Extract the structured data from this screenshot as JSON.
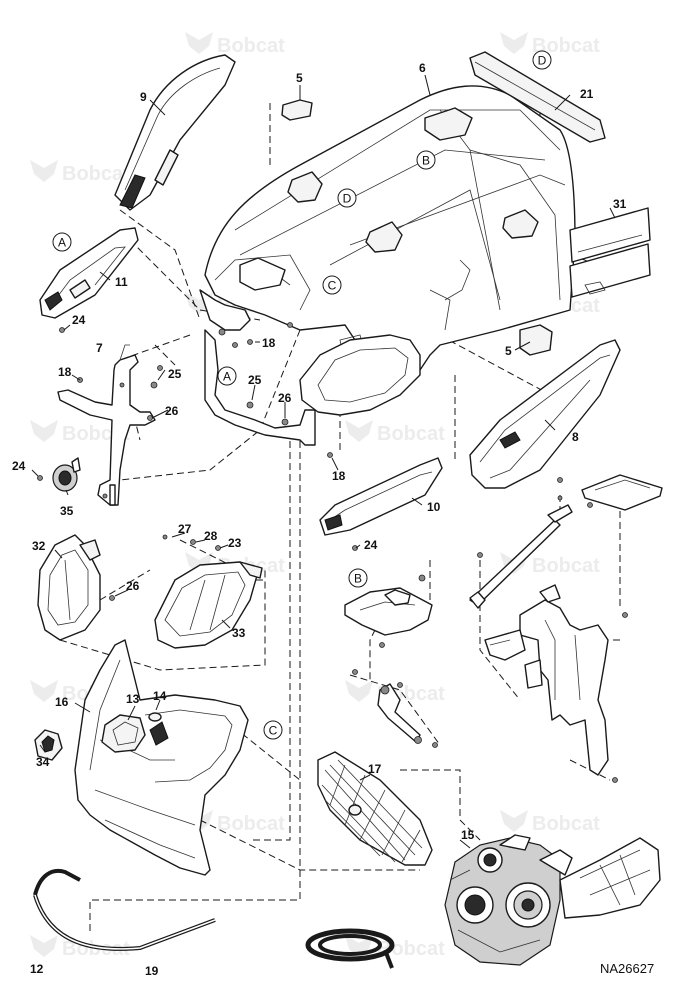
{
  "figure_id": "NA26627",
  "watermark_text": "Bobcat",
  "part_numbers": [
    "5",
    "6",
    "9",
    "21",
    "11",
    "24",
    "7",
    "18",
    "25",
    "26",
    "35",
    "8",
    "10",
    "27",
    "28",
    "23",
    "32",
    "33",
    "16",
    "13",
    "14",
    "34",
    "17",
    "15",
    "12",
    "19",
    "31"
  ],
  "callouts": [
    "A",
    "B",
    "C",
    "D"
  ]
}
